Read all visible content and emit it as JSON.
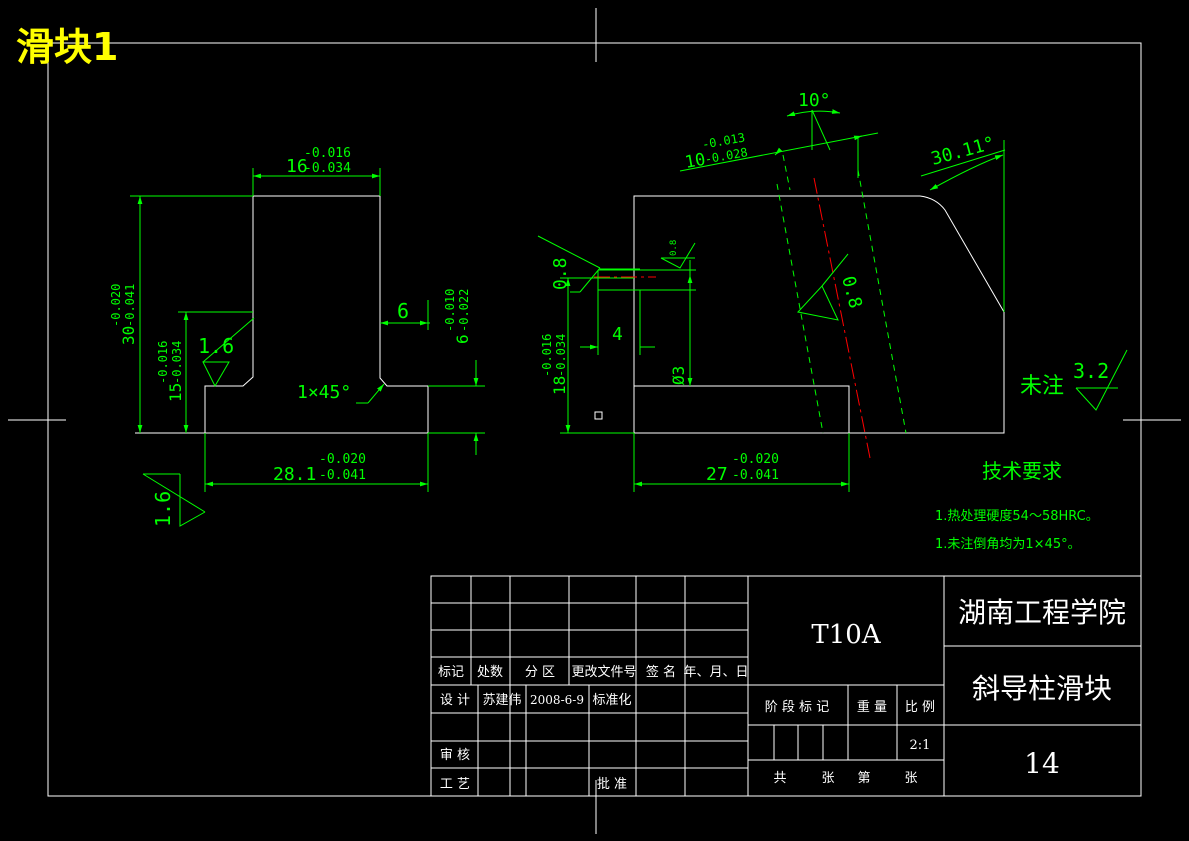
{
  "title": "滑块1",
  "colors": {
    "background": "#000000",
    "outline": "#ffffff",
    "dimension": "#00ff00",
    "title": "#ffff00",
    "centerline": "#ff0000"
  },
  "front_view": {
    "width_top": "16",
    "width_top_tol": [
      "-0.016",
      "-0.034"
    ],
    "height_total": "30",
    "height_total_tol": [
      "-0.020",
      "-0.041"
    ],
    "height_step": "15",
    "height_step_tol": [
      "-0.016",
      "-0.034"
    ],
    "step_offset": "6",
    "step_height": "6",
    "step_height_tol": [
      "-0.010",
      "-0.022"
    ],
    "chamfer": "1×45°",
    "base_width": "28.1",
    "base_width_tol": [
      "-0.020",
      "-0.041"
    ],
    "roughness_inner": "1.6",
    "roughness_bottom": "1.6"
  },
  "side_view": {
    "angle_top": "10°",
    "angle_side": "30.11°",
    "slot_width": "10",
    "slot_width_tol": [
      "-0.013",
      "-0.028"
    ],
    "roughness_slot": "0.8",
    "roughness_hole": "0.8",
    "roughness_incline": "0.8",
    "hole_offset": "4",
    "hole_dia": "Ø3",
    "height_total": "18",
    "height_total_tol": [
      "-0.016",
      "-0.034"
    ],
    "base_width": "27",
    "base_width_tol": [
      "-0.020",
      "-0.041"
    ]
  },
  "notes": {
    "general_roughness_label": "未注",
    "general_roughness_value": "3.2",
    "tech_title": "技术要求",
    "tech_items": [
      "1.热处理硬度54～58HRC。",
      "1.未注倒角均为1×45°。"
    ]
  },
  "title_block": {
    "material": "T10A",
    "school": "湖南工程学院",
    "part_name": "斜导柱滑块",
    "drawing_no": "14",
    "header_cells": [
      "标记",
      "处数",
      "分 区",
      "更改文件号",
      "签 名",
      "年、月、日"
    ],
    "design_label": "设 计",
    "designer": "苏建伟",
    "design_date": "2008-6-9",
    "standardize_label": "标准化",
    "stage_label": "阶 段 标 记",
    "weight_label": "重 量",
    "scale_label": "比 例",
    "scale_value": "2:1",
    "review_label": "审 核",
    "process_label": "工 艺",
    "approve_label": "批 准",
    "sheet_total_label": "共",
    "sheet_unit1": "张",
    "sheet_no_label": "第",
    "sheet_unit2": "张"
  }
}
